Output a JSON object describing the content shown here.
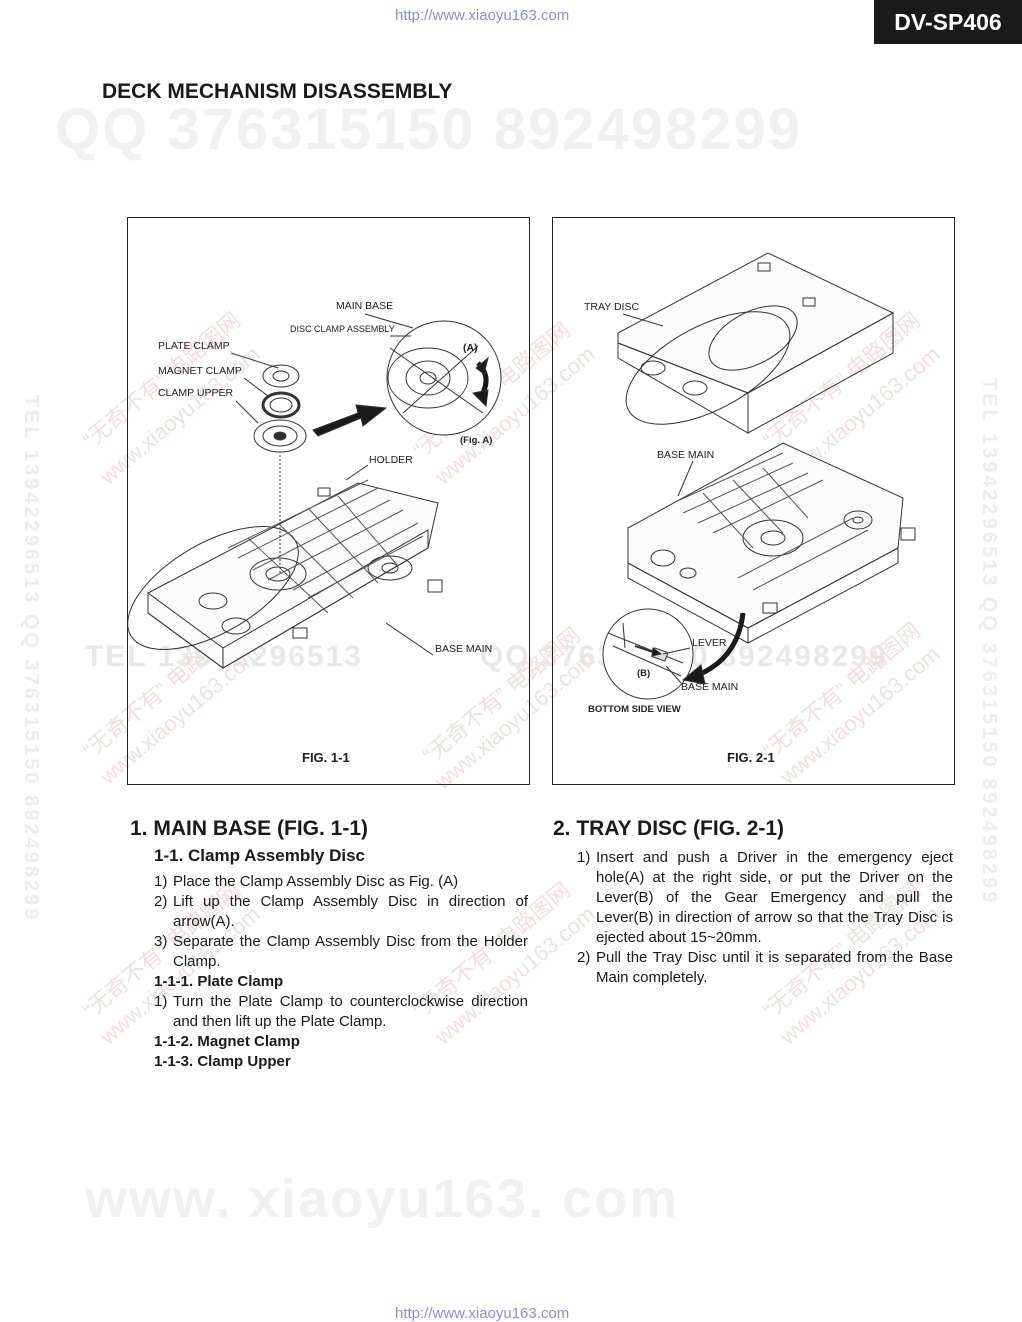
{
  "header": {
    "url": "http://www.xiaoyu163.com",
    "model": "DV-SP406"
  },
  "watermarks": {
    "qq_numbers": "QQ 376315150     892498299",
    "tel_side": "TEL 13942296513  QQ 376315150  892498299",
    "tel_mid": "TEL 13942296513",
    "qq_mid": "QQ 376315150  892498299",
    "site_bottom": "www. xiaoyu163. com",
    "diag_site": "www.xiaoyu163.com",
    "diag_cn": "“无奇不有” 电路图网"
  },
  "page": {
    "heading": "DECK MECHANISM DISASSEMBLY"
  },
  "fig1": {
    "caption": "FIG. 1-1",
    "labels": {
      "main_base": "MAIN BASE",
      "disc_clamp_assembly": "DISC CLAMP ASSEMBLY",
      "plate_clamp": "PLATE CLAMP",
      "magnet_clamp": "MAGNET CLAMP",
      "clamp_upper": "CLAMP UPPER",
      "a": "(A)",
      "fig_a": "(Fig. A)",
      "holder": "HOLDER",
      "base_main": "BASE MAIN"
    }
  },
  "fig2": {
    "caption": "FIG. 2-1",
    "labels": {
      "tray_disc": "TRAY DISC",
      "base_main_top": "BASE MAIN",
      "lever": "LEVER",
      "b": "(B)",
      "base_main_bottom": "BASE MAIN",
      "bottom_side_view": "BOTTOM SIDE VIEW"
    }
  },
  "section1": {
    "title": "1. MAIN BASE (FIG. 1-1)",
    "subtitle": "1-1. Clamp Assembly Disc",
    "steps": [
      {
        "num": "1)",
        "text": "Place the Clamp Assembly Disc as Fig. (A)"
      },
      {
        "num": "2)",
        "text": "Lift up the Clamp Assembly Disc in direction of arrow(A)."
      },
      {
        "num": "3)",
        "text": "Separate the Clamp Assembly Disc from the Holder Clamp."
      }
    ],
    "sub1": "1-1-1. Plate Clamp",
    "sub1_step": {
      "num": "1)",
      "text": "Turn the Plate Clamp to counterclockwise direction and then lift up the Plate Clamp."
    },
    "sub2": "1-1-2. Magnet Clamp",
    "sub3": "1-1-3. Clamp Upper"
  },
  "section2": {
    "title": "2. TRAY DISC (FIG. 2-1)",
    "steps": [
      {
        "num": "1)",
        "text": "Insert and push a Driver in the emergency eject hole(A) at the right side, or put the Driver on the Lever(B) of the Gear Emergency and pull the Lever(B) in direction of arrow so that the Tray Disc is ejected about 15~20mm."
      },
      {
        "num": "2)",
        "text": "Pull the Tray Disc until it is separated from the Base Main completely."
      }
    ]
  }
}
